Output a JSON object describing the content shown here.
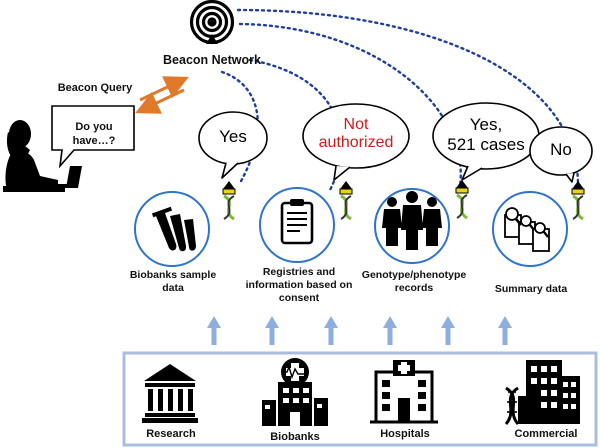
{
  "network": {
    "title": "Beacon Network"
  },
  "user": {
    "query_title": "Beacon Query",
    "query_text": "Do you have…?"
  },
  "responses": [
    {
      "lines": [
        "Yes"
      ],
      "color": "#000000"
    },
    {
      "lines": [
        "Not",
        "authorized"
      ],
      "color": "#d11a1a"
    },
    {
      "lines": [
        "Yes,",
        "521 cases"
      ],
      "color": "#000000"
    },
    {
      "lines": [
        "No"
      ],
      "color": "#000000"
    }
  ],
  "data_sources": [
    {
      "label_lines": [
        "Biobanks sample",
        "data"
      ],
      "icon": "test-tubes-icon"
    },
    {
      "label_lines": [
        "Registries and",
        "information based on",
        "consent"
      ],
      "icon": "clipboard-icon"
    },
    {
      "label_lines": [
        "Genotype/phenotype",
        "records"
      ],
      "icon": "people-group-icon"
    },
    {
      "label_lines": [
        "Summary data"
      ],
      "icon": "documents-search-icon"
    }
  ],
  "institutions": [
    {
      "label": "Research",
      "icon": "museum-icon"
    },
    {
      "label": "Biobanks",
      "icon": "hospital-building-icon"
    },
    {
      "label": "Hospitals",
      "icon": "hospital-icon"
    },
    {
      "label": "Commercial",
      "icon": "dna-city-icon"
    }
  ],
  "colors": {
    "dotted_link": "#1f3f99",
    "node_circle": "#2e74c8",
    "up_arrow": "#8eaee0",
    "query_arrow": "#e07a2a",
    "box_border": "#a9bddf",
    "dna_yellow": "#e8d31a",
    "dna_green": "#7bb83a"
  }
}
